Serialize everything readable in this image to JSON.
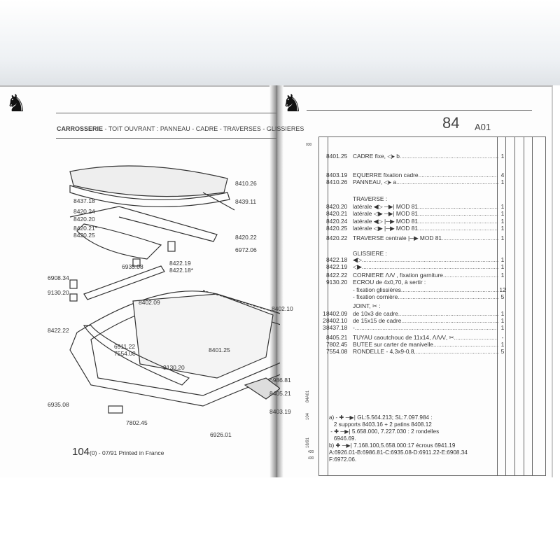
{
  "left_page": {
    "title_bold": "CARROSSERIE",
    "title_rest": " - TOIT OUVRANT : PANNEAU - CADRE - TRAVERSES - GLISSIERES",
    "footer_page": "104",
    "footer_suffix": "(0) - 07/91 Printed in France",
    "labels": [
      "8410.26",
      "8439.11",
      "8437.18",
      "8420.24",
      "8420.20",
      "8420.21*",
      "8420.25",
      "8420.22",
      "6972.06",
      "6935.08",
      "8422.19",
      "8422.18*",
      "6908.34",
      "9130.20",
      "8402.09",
      "8402.10",
      "8422.22",
      "6911.22",
      "7554.08",
      "8401.25",
      "9130.20",
      "6986.81",
      "8405.21",
      "6935.08",
      "7802.45",
      "8403.19",
      "6926.01"
    ]
  },
  "right_page": {
    "group_number": "84",
    "group_code": "A01",
    "margin_code": "030",
    "side_codes": [
      "104",
      "84A01",
      "18/91",
      "420",
      "430"
    ],
    "rows": [
      {
        "code": "8401.25",
        "desc": "CADRE fixe, ◁▸ b",
        "qty": "1"
      },
      {
        "code": "8403.19",
        "desc": "EQUERRE fixation cadre",
        "qty": "4"
      },
      {
        "code": "8410.26",
        "desc": "PANNEAU, ◁▸ a",
        "qty": "1"
      },
      {
        "code": "",
        "desc": "TRAVERSE :",
        "qty": ""
      },
      {
        "code": "8420.20",
        "desc": " latérale ◀▷ ─▶| MOD 81",
        "qty": "1"
      },
      {
        "code": "8420.21",
        "desc": " latérale ◁▶ ─▶| MOD 81",
        "qty": "1"
      },
      {
        "code": "8420.24",
        "desc": " latérale ◀▷ |─▶ MOD 81",
        "qty": "1"
      },
      {
        "code": "8420.25",
        "desc": " latérale ◁▶ |─▶ MOD 81",
        "qty": "1"
      },
      {
        "code": "8420.22",
        "desc": "TRAVERSE centrale |─▶ MOD 81",
        "qty": "1"
      },
      {
        "code": "",
        "desc": "GLISSIERE :",
        "qty": ""
      },
      {
        "code": "8422.18",
        "desc": " ◀▷",
        "qty": "1"
      },
      {
        "code": "8422.19",
        "desc": " ◁▶",
        "qty": "1"
      },
      {
        "code": "8422.22",
        "desc": "CORNIERE ΛΛ/ , fixation garniture",
        "qty": "1"
      },
      {
        "code": "9130.20",
        "desc": "ECROU de 4x0,70, à sertir :",
        "qty": ""
      },
      {
        "code": "",
        "desc": "   - fixation glissières",
        "qty": "12"
      },
      {
        "code": "",
        "desc": "   - fixation cornière",
        "qty": "5"
      },
      {
        "code": "",
        "desc": "JOINT, ✂ :",
        "qty": ""
      },
      {
        "code": "8402.09",
        "desc": " de 10x3 de cadre",
        "qty": "1",
        "ref": "1"
      },
      {
        "code": "8402.10",
        "desc": " de 15x15 de cadre",
        "qty": "1",
        "ref": "2"
      },
      {
        "code": "8437.18",
        "desc": " -",
        "qty": "1",
        "ref": "3"
      },
      {
        "code": "8405.21",
        "desc": "TUYAU caoutchouc de 11x14, ΛΛΛ/, ✂",
        "qty": "-"
      },
      {
        "code": "7802.45",
        "desc": "BUTEE sur carter de manivelle",
        "qty": "1"
      },
      {
        "code": "7554.08",
        "desc": "RONDELLE - 4,3x9-0,8,",
        "qty": "5"
      }
    ],
    "notes": [
      "a) - ✚ ─▶| GL:5.564.213; SL:7.097.984 :",
      "   2 supports 8403.16 + 2 patins 8408.12",
      " - ✚ ─▶| 5.658.000, 7.227.030 : 2 rondelles",
      "   6946.69.",
      "b) ✚ ─▶| 7.168.100,5.658.000:17 écrous 6941.19",
      "A:6926.01-B:6986.81-C:6935.08-D:6911.22-E:6908.34",
      "F:6972.06."
    ]
  },
  "colors": {
    "ink": "#333333",
    "fold": "#777777"
  }
}
